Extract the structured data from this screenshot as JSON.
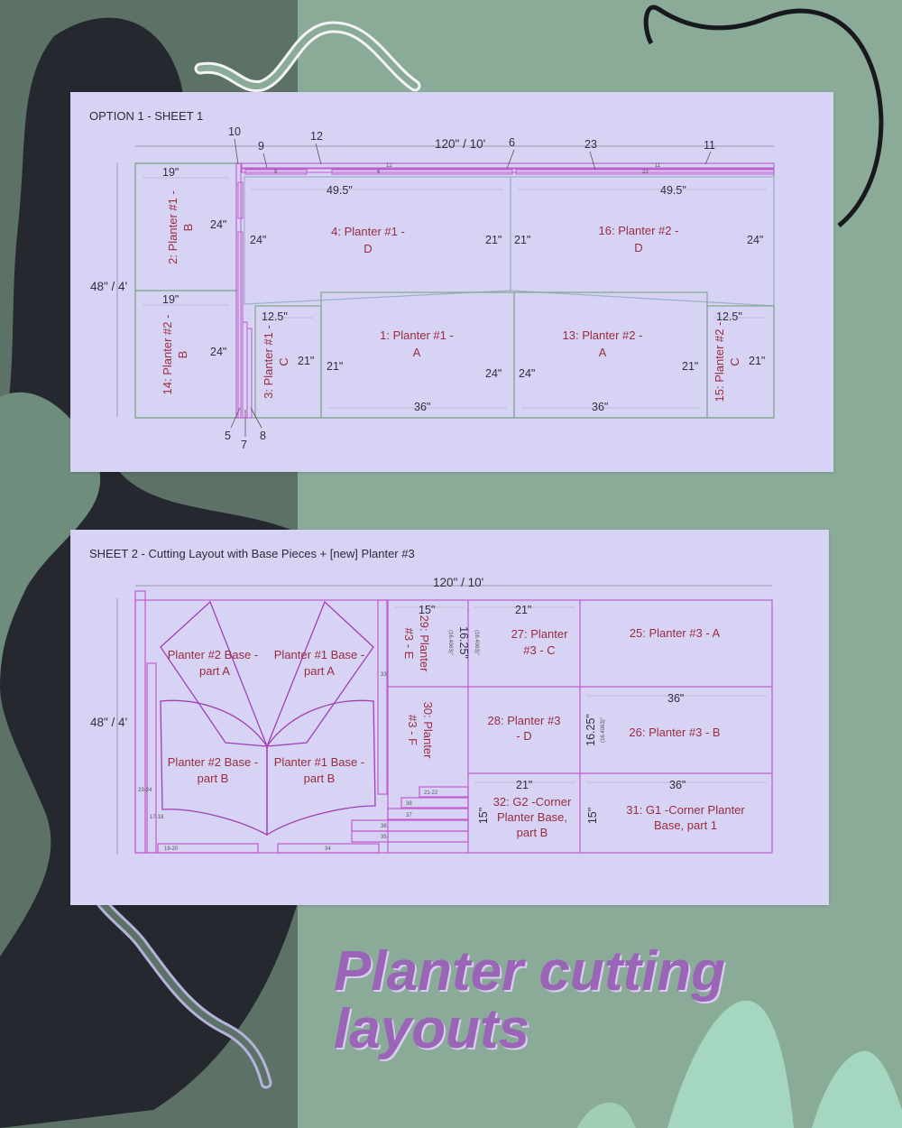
{
  "colors": {
    "bg_left": "#5d7267",
    "bg_right": "#8aab98",
    "dark_shape": "#26282f",
    "sheet": "#d6d3f4",
    "label": "#9b2c3f",
    "title": "#9a64b7"
  },
  "title": "Planter cutting layouts",
  "sheet1": {
    "title": "OPTION 1 - SHEET 1",
    "width_dim": "120\" / 10'",
    "height_dim": "48\" / 4'",
    "callouts": [
      "10",
      "9",
      "12",
      "6",
      "23",
      "11",
      "5",
      "7",
      "8"
    ],
    "pieces": {
      "p2": [
        "2: Planter #1 -",
        "B"
      ],
      "p14": [
        "14: Planter #2 -",
        "B"
      ],
      "p4": [
        "4: Planter #1 -",
        "D"
      ],
      "p16": [
        "16: Planter #2 -",
        "D"
      ],
      "p3": [
        "3: Planter #1 -",
        "C"
      ],
      "p1": [
        "1: Planter #1 -",
        "A"
      ],
      "p13": [
        "13: Planter #2 -",
        "A"
      ],
      "p15": [
        "15: Planter #2 -",
        "C"
      ]
    },
    "dims": {
      "d19": "19\"",
      "d24": "24\"",
      "d49_5": "49.5\"",
      "d21": "21\"",
      "d12_5": "12.5\"",
      "d36": "36\""
    },
    "strip_labels": [
      "9",
      "6",
      "12",
      "23",
      "11"
    ]
  },
  "sheet2": {
    "title": "SHEET 2 - Cutting Layout with Base Pieces + [new] Planter #3",
    "width_dim": "120\" / 10'",
    "height_dim": "48\" / 4'",
    "pieces": {
      "b2a": [
        "Planter #2 Base -",
        "part A"
      ],
      "b1a": [
        "Planter #1 Base -",
        "part A"
      ],
      "b2b": [
        "Planter #2 Base -",
        "part B"
      ],
      "b1b": [
        "Planter #1 Base -",
        "part B"
      ],
      "p29": [
        "29: Planter",
        "#3 - E"
      ],
      "p27": [
        "27: Planter",
        "#3 - C"
      ],
      "p25": "25: Planter #3 - A",
      "p30": [
        "30: Planter",
        "#3 - F"
      ],
      "p28": [
        "28: Planter #3",
        "- D"
      ],
      "p26": "26: Planter #3 - B",
      "p32": [
        "32: G2 -Corner",
        "Planter Base,",
        "part B"
      ],
      "p31": [
        "31: G1 -Corner Planter",
        "Base, part 1"
      ]
    },
    "dims": {
      "d15": "15\"",
      "d21": "21\"",
      "d16_25": "16.25\"",
      "d16_25_sub": "(16.4063)\"",
      "d36": "36\""
    },
    "small_labels": [
      "21-22",
      "38",
      "37",
      "36",
      "35",
      "34",
      "33",
      "19-20",
      "17-18",
      "23-24"
    ]
  }
}
